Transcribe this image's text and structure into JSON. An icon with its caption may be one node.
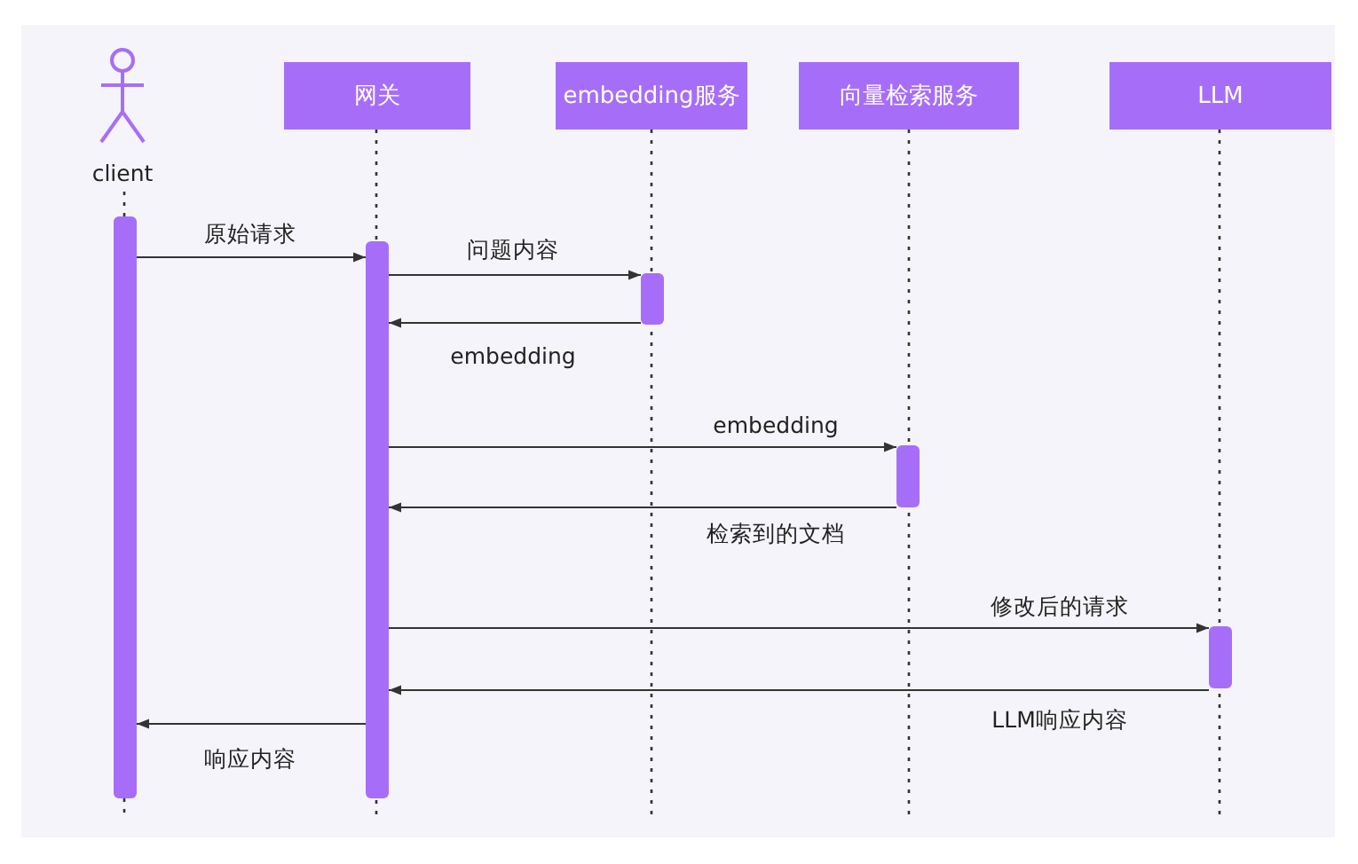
{
  "diagram": {
    "nodes": [
      {
        "text": [
          "client"
        ]
      },
      {
        "text": [
          "网关"
        ]
      },
      {
        "text": [
          "embedding服务"
        ]
      },
      {
        "text": [
          "向量检索服务"
        ]
      },
      {
        "text": [
          "LLM"
        ]
      },
      {
        "text": [],
        "shape": "bar"
      },
      {
        "text": [],
        "shape": "bar"
      },
      {
        "text": [],
        "shape": "bar"
      },
      {
        "text": [],
        "shape": "bar"
      },
      {
        "text": [],
        "shape": "bar"
      }
    ],
    "edges": [
      {
        "from": 5,
        "to": 6,
        "arrow": "to",
        "label": "原始请求"
      },
      {
        "from": 6,
        "to": 7,
        "arrow": "to",
        "label": "问题内容"
      },
      {
        "from": 7,
        "to": 6,
        "arrow": "to",
        "label": "embedding"
      },
      {
        "from": 6,
        "to": 8,
        "arrow": "to",
        "label": "embedding"
      },
      {
        "from": 8,
        "to": 6,
        "arrow": "to",
        "label": "检索到的文档"
      },
      {
        "from": 6,
        "to": 9,
        "arrow": "to",
        "label": "修改后的请求"
      },
      {
        "from": 9,
        "to": 6,
        "arrow": "to",
        "label": "LLM响应内容"
      },
      {
        "from": 6,
        "to": 5,
        "arrow": "to",
        "label": "响应内容"
      }
    ]
  }
}
